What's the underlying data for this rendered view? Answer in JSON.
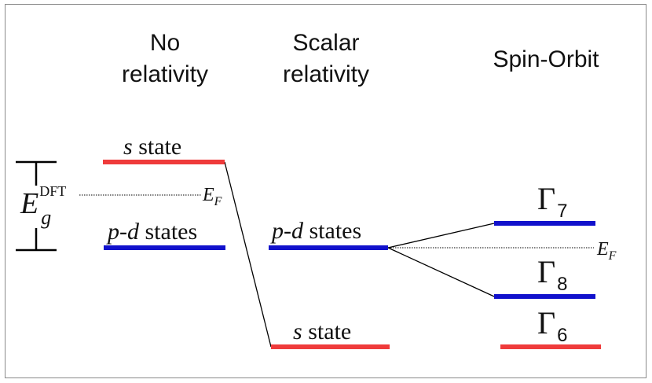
{
  "headers": {
    "no_relativity": {
      "line1": "No",
      "line2": "relativity"
    },
    "scalar_relativity": {
      "line1": "Scalar",
      "line2": "relativity"
    },
    "spin_orbit": "Spin-Orbit"
  },
  "gap": {
    "symbol": "E",
    "superscript": "DFT",
    "subscript": "g"
  },
  "fermi": {
    "symbol": "E",
    "subscript": "F"
  },
  "levels": {
    "no_rel_s": {
      "label_italic": "s",
      "label_rest": " state"
    },
    "no_rel_pd": {
      "label_italic": "p-d",
      "label_rest": " states"
    },
    "scalar_pd": {
      "label_italic": "p-d",
      "label_rest": " states"
    },
    "scalar_s": {
      "label_italic": "s",
      "label_rest": " state"
    },
    "gamma7": {
      "symbol": "Γ",
      "subscript": "7"
    },
    "gamma8": {
      "symbol": "Γ",
      "subscript": "8"
    },
    "gamma6": {
      "symbol": "Γ",
      "subscript": "6"
    }
  },
  "colors": {
    "s_level": "#ef3b3b",
    "pd_level": "#1111cc"
  }
}
